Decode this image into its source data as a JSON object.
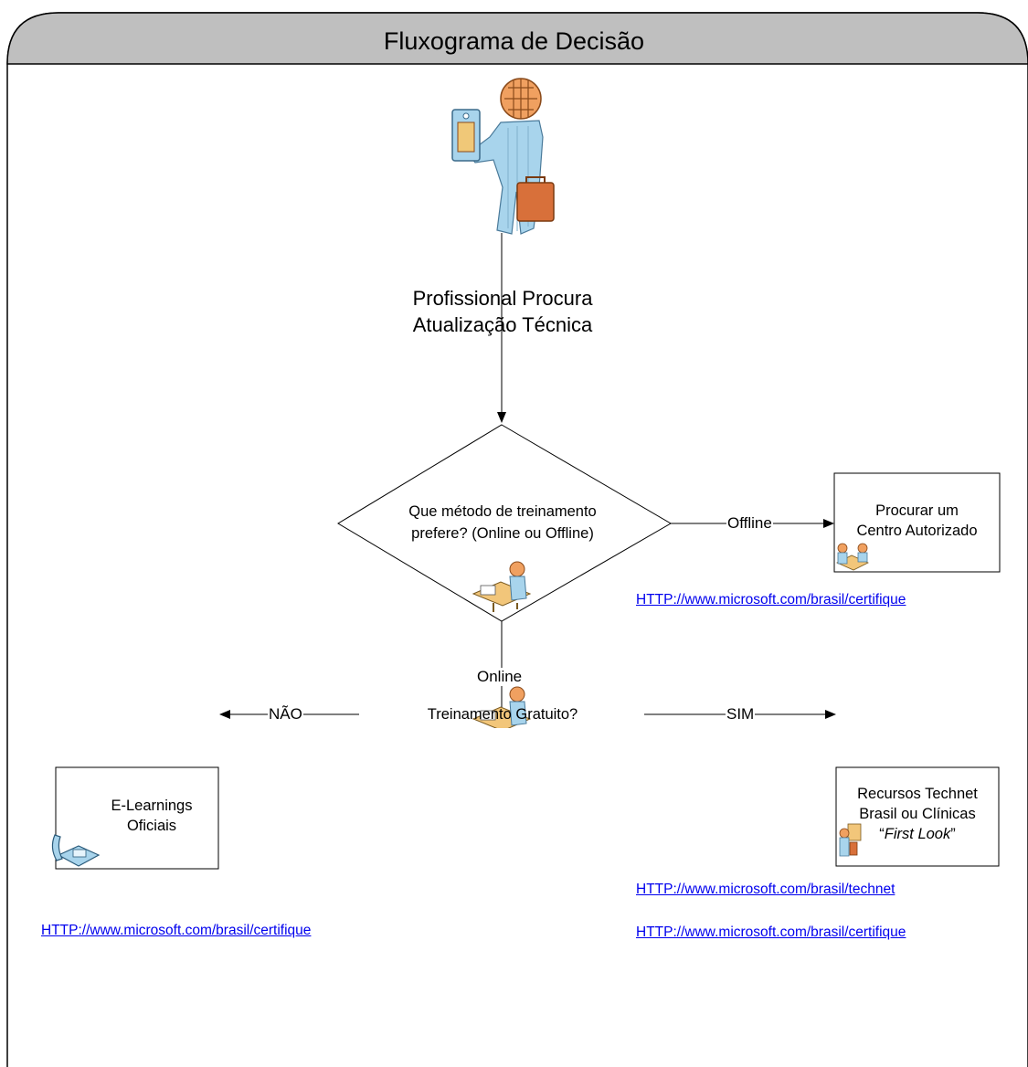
{
  "title": "Fluxograma de Decisão",
  "nodes": {
    "start": {
      "line1": "Profissional Procura",
      "line2": "Atualização Técnica"
    },
    "decision_method": {
      "line1": "Que método de treinamento",
      "line2": "prefere? (Online ou Offline)"
    },
    "decision_free": {
      "label": "Treinamento Gratuito?"
    },
    "center": {
      "line1": "Procurar um",
      "line2": "Centro Autorizado"
    },
    "elearning": {
      "line1": "E-Learnings",
      "line2": "Oficiais"
    },
    "technet": {
      "line1": "Recursos Technet",
      "line2": "Brasil ou Clínicas",
      "line3_pre": "“",
      "line3_em": "First Look",
      "line3_post": "”"
    }
  },
  "edges": {
    "offline": "Offline",
    "online": "Online",
    "nao": "NÃO",
    "sim": "SIM"
  },
  "links": {
    "center_certifique": "HTTP://www.microsoft.com/brasil/certifique",
    "elearning_certifique": "HTTP://www.microsoft.com/brasil/certifique",
    "technet": "HTTP://www.microsoft.com/brasil/technet",
    "technet_certifique": "HTTP://www.microsoft.com/brasil/certifique"
  },
  "icons": {
    "start": "businessperson-icon",
    "decision_method": "desk-worker-icon",
    "decision_free": "desk-worker-icon",
    "center": "meeting-icon",
    "elearning": "telephone-icon",
    "technet": "presenter-icon"
  },
  "colors": {
    "header_bg": "#bfbfbf",
    "link": "#0000ee",
    "person_skin": "#f0a060",
    "person_suit": "#a8d4ec",
    "briefcase": "#d8703a"
  }
}
